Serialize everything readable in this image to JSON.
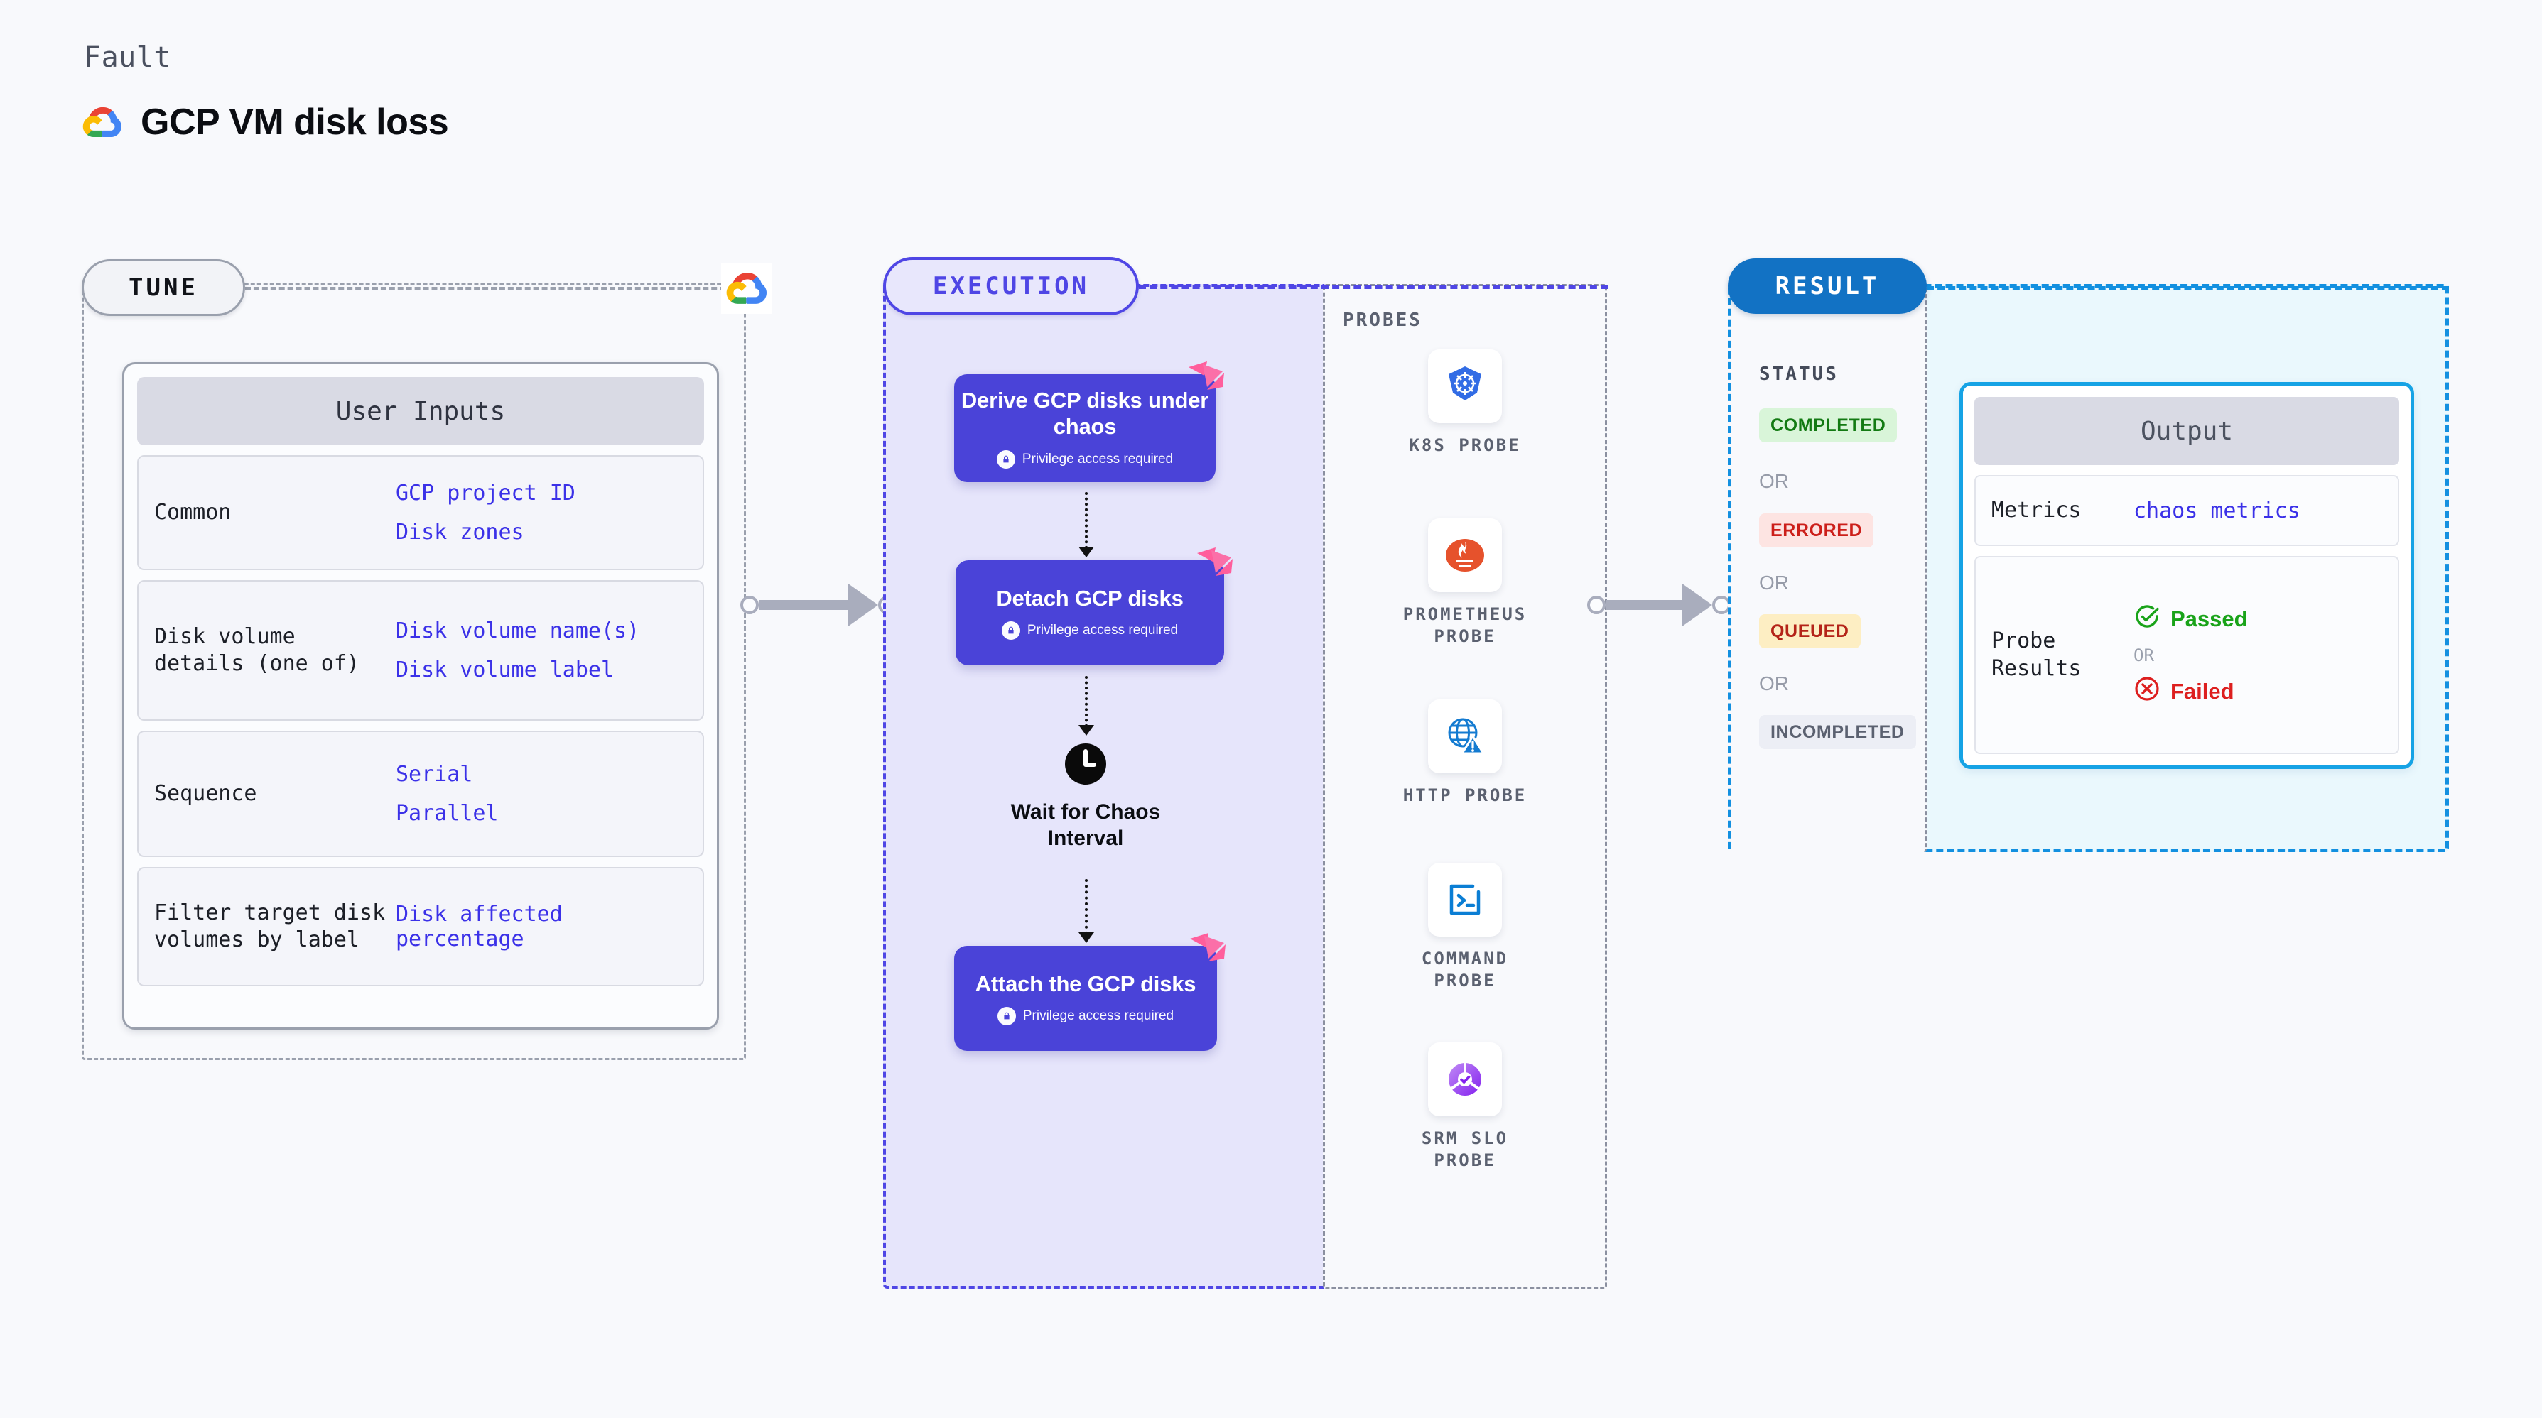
{
  "header": {
    "eyebrow": "Fault",
    "title": "GCP VM disk loss",
    "logo_icon": "gcp-logo-icon"
  },
  "tune": {
    "pill_label": "TUNE",
    "provider_icon": "gcp-logo-icon",
    "card": {
      "header": "User Inputs",
      "rows": [
        {
          "key": "Common",
          "values": [
            "GCP project ID",
            "Disk zones"
          ]
        },
        {
          "key": "Disk volume details (one of)",
          "values": [
            "Disk volume name(s)",
            "Disk volume label"
          ]
        },
        {
          "key": "Sequence",
          "values": [
            "Serial",
            "Parallel"
          ]
        },
        {
          "key": "Filter target disk volumes by label",
          "values": [
            "Disk affected percentage"
          ]
        }
      ]
    }
  },
  "execution": {
    "pill_label": "EXECUTION",
    "nodes": [
      {
        "title": "Derive GCP disks under chaos",
        "sub": "Privilege access required",
        "badge_icon": "harness-logo-icon",
        "lock_icon": "lock-icon"
      },
      {
        "title": "Detach GCP disks",
        "sub": "Privilege access required",
        "badge_icon": "harness-logo-icon",
        "lock_icon": "lock-icon"
      },
      {
        "title": "Attach the GCP disks",
        "sub": "Privilege access required",
        "badge_icon": "harness-logo-icon",
        "lock_icon": "lock-icon"
      }
    ],
    "wait_node": {
      "icon": "clock-icon",
      "label": "Wait for Chaos Interval"
    }
  },
  "probes": {
    "title": "PROBES",
    "items": [
      {
        "label": "K8S PROBE",
        "icon": "kubernetes-icon"
      },
      {
        "label": "PROMETHEUS PROBE",
        "icon": "prometheus-icon"
      },
      {
        "label": "HTTP PROBE",
        "icon": "http-globe-warning-icon"
      },
      {
        "label": "COMMAND PROBE",
        "icon": "terminal-icon"
      },
      {
        "label": "SRM SLO PROBE",
        "icon": "srm-slo-icon"
      }
    ]
  },
  "result": {
    "pill_label": "RESULT",
    "status_title": "STATUS",
    "or_label": "OR",
    "statuses": [
      {
        "label": "COMPLETED",
        "color": "#137a13",
        "bg": "#d9f5d9"
      },
      {
        "label": "ERRORED",
        "color": "#cc1f1a",
        "bg": "#fde4e2"
      },
      {
        "label": "QUEUED",
        "color": "#b42318",
        "bg": "#fdeec3"
      },
      {
        "label": "INCOMPLETED",
        "color": "#5b6170",
        "bg": "#eceef5"
      }
    ],
    "output": {
      "header": "Output",
      "metrics_key": "Metrics",
      "metrics_value": "chaos metrics",
      "probe_key": "Probe Results",
      "passed_label": "Passed",
      "failed_label": "Failed",
      "or_label": "OR",
      "passed_icon": "check-circle-icon",
      "failed_icon": "x-circle-icon"
    }
  },
  "colors": {
    "accent_purple": "#4a43d8",
    "accent_blue": "#1272c4",
    "accent_cyan": "#16a3e5",
    "value_text": "#3b31e8",
    "connector": "#a9adbd"
  }
}
